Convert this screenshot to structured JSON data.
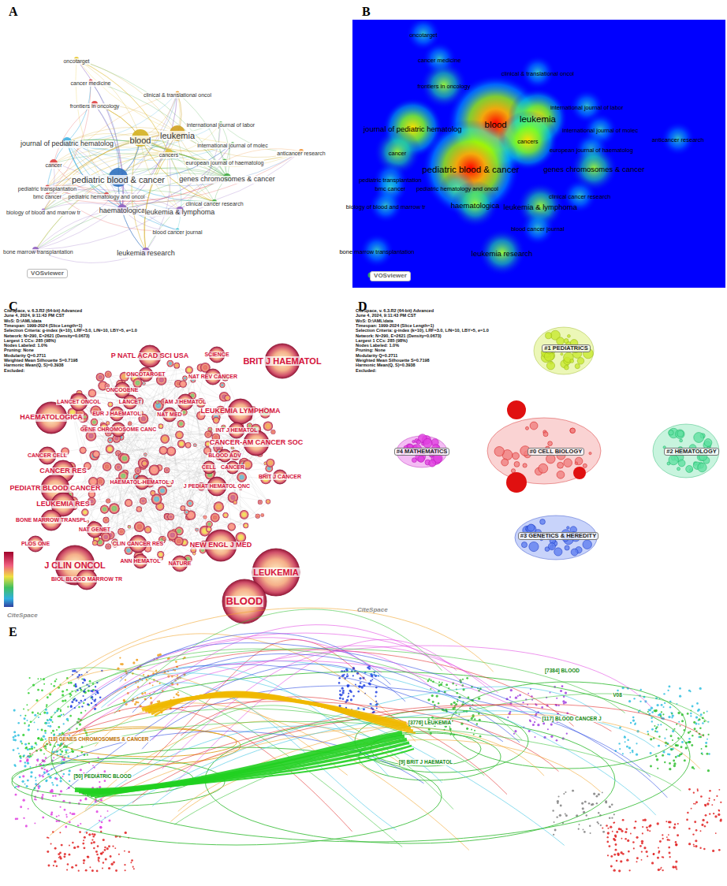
{
  "diagram": {
    "labels": [
      "A",
      "B",
      "C",
      "D",
      "E",
      "oncotarget",
      "clinical & translational oncol",
      "cancer medicine",
      "frontiers in oncology",
      "international journal of labor",
      "journal of pediatric hematolog",
      "blood",
      "leukemia",
      "cancers",
      "international journal of molec",
      "anticancer research",
      "cancer",
      "european journal of haematolog",
      "genes chromosomes & cancer",
      "pediatric blood & cancer",
      "pediatric transplantation",
      "bmc cancer",
      "pediatric hematology and oncol",
      "clinical cancer research",
      "haematologica",
      "leukemia & lymphoma",
      "biology of blood and marrow tr",
      "blood cancer journal",
      "bone marrow transplantation",
      "leukemia research",
      "VOSviewer",
      "oncotarget",
      "clinical & translational oncol",
      "cancer medicine",
      "frontiers in oncology",
      "international journal of labor",
      "journal of pediatric hematolog",
      "blood",
      "leukemia",
      "cancers",
      "international journal of molec",
      "anticancer research",
      "cancer",
      "european journal of haematolog",
      "genes chromosomes & cancer",
      "pediatric blood & cancer",
      "pediatric transplantation",
      "bmc cancer",
      "pediatric hematology and oncol",
      "clinical cancer research",
      "haematologica",
      "leukemia & lymphoma",
      "biology of blood and marrow tr",
      "blood cancer journal",
      "bone marrow transplantation",
      "leukemia research",
      "VOSviewer",
      "CiteSpace, v. 6.3.R2 (64-bit) Advanced",
      "June 4, 2024, 9:11:43 PM CST",
      "WoS: D:\\AML\\data",
      "Timespan: 1999-2024 (Slice Length=1)",
      "Selection Criteria: g-index (k=10), LRF=3.0, L/N=10, LBY=5, e=1.0",
      "Network: N=290, E=2621 (Density=0.0673)",
      "Largest 1 CCs: 285 (98%)",
      "Nodes Labeled: 1.0%",
      "Pruning: None",
      "Modularity Q=0.2711",
      "Weighted Mean Silhouette S=0.7198",
      "Harmonic Mean(Q, S)=0.3938",
      "Excluded:",
      "P NATL ACAD SCI USA",
      "SCIENCE",
      "BRIT J HAEMATOL",
      "ONCOTARGET",
      "NAT REV CANCER",
      "ONCOGENE",
      "LANCET ONCOL",
      "LANCET",
      "AM J HEMATOL",
      "LEUKEMIA LYMPHOMA",
      "NAT MED",
      "EUR J HAEMATOL",
      "HAEMATOLOGICA",
      "INT J HEMATOL",
      "GENE CHROMOSOME CANC",
      "CANCER-AM CANCER SOC",
      "CANCER CELL",
      "BLOOD ADV",
      "CELL",
      "CANCER",
      "CANCER RES",
      "BRIT J CANCER",
      "HAEMATOL-HEMATOL J",
      "J PEDIAT HEMATOL ONC",
      "PEDIATR BLOOD CANCER",
      "LEUKEMIA RES",
      "BONE MARROW TRANSPL",
      "NAT GENET",
      "CLIN CANCER RES",
      "NEW ENGL J MED",
      "PLOS ONE",
      "LEUKEMIA",
      "ANN HEMATOL",
      "J CLIN ONCOL",
      "NATURE",
      "BIOL BLOOD MARROW TR",
      "BLOOD",
      "CiteSpace",
      "CiteSpace, v. 6.3.R2 (64-bit) Advanced",
      "June 4, 2024, 9:11:43 PM CST",
      "WoS: D:\\AML\\data",
      "Timespan: 1999-2024 (Slice Length=1)",
      "Selection Criteria: g-index (k=10), LRF=3.0, L/N=10, LBY=5, e=1.0",
      "Network: N=290, E=2621 (Density=0.0673)",
      "Largest 1 CCs: 285 (98%)",
      "Nodes Labeled: 1.0%",
      "Pruning: None",
      "Modularity Q=0.2711",
      "Weighted Mean Silhouette S=0.7198",
      "Harmonic Mean(Q, S)=0.3938",
      "Excluded:",
      "#1 PEDIATRICS",
      "#4 MATHEMATICS",
      "#0 CELL BIOLOGY",
      "#2 HEMATOLOGY",
      "#3 GENETICS & HEREDITY",
      "CiteSpace",
      "[7384] BLOOD",
      "V08",
      "[3776] LEUKEMIA",
      "[117] BLOOD CANCER J",
      "[9] BRIT J HAEMATOL",
      "[50] PEDIATRIC BLOOD",
      "[18] GENES CHROMOSOMES & CANCER"
    ]
  }
}
